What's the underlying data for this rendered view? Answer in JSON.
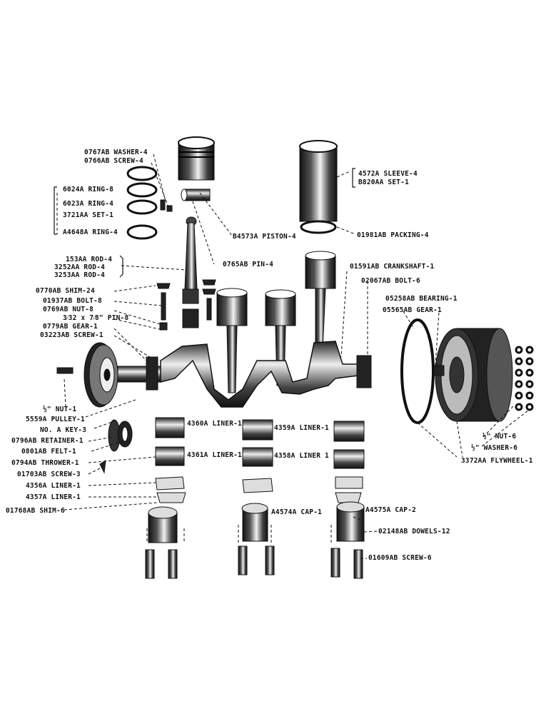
{
  "labels": {
    "washer4": "0767AB WASHER-4",
    "screw4": "0766AB SCREW-4",
    "ring8": "6024A RING-8",
    "ring4a": "6023A RING-4",
    "set1a": "3721AA SET-1",
    "ring4b": "A4648A RING-4",
    "piston4": "B4573A PISTON-4",
    "sleeve4": "4572A SLEEVE-4",
    "set1b": "B820AA SET-1",
    "packing4": "01981AB PACKING-4",
    "pin4": "0765AB PIN-4",
    "rod4a": "153AA ROD-4",
    "rod4b": "3252AA ROD-4",
    "rod4c": "3253AA ROD-4",
    "shim24": "0770AB SHIM-24",
    "bolt8": "01937AB BOLT-8",
    "nut8": "0769AB NUT-8",
    "pin8": "3⁄32 x 7⁄8\" PIN-8",
    "gear1a": "0779AB GEAR-1",
    "screw1": "03223AB SCREW-1",
    "crankshaft1": "01591AB CRANKSHAFT-1",
    "bolt6": "02067AB BOLT-6",
    "bearing1": "05258AB BEARING-1",
    "gear1b": "05565AB GEAR-1",
    "nut1": "½\" NUT-1",
    "pulley1": "5559A PULLEY-1",
    "key3": "NO. A KEY-3",
    "retainer1": "0796AB RETAINER-1",
    "felt1": "0801AB FELT-1",
    "thrower1": "0794AB THROWER-1",
    "screw3": "01703AB SCREW-3",
    "liner1a": "4356A LINER-1",
    "liner1b": "4357A LINER-1",
    "shim6": "01768AB SHIM-6",
    "liner1c": "4360A LINER-1",
    "liner1d": "4361A LINER-1",
    "liner1e": "4359A LINER-1",
    "liner1f": "4358A LINER 1",
    "cap1": "A4574A CAP-1",
    "cap2": "A4575A CAP-2",
    "dowels12": "02148AB DOWELS-12",
    "screw6": "01609AB SCREW-6",
    "nut6": "½\" NUT-6",
    "washer6": "½\" WASHER-6",
    "flywheel1": "3372AA FLYWHEEL-1"
  }
}
